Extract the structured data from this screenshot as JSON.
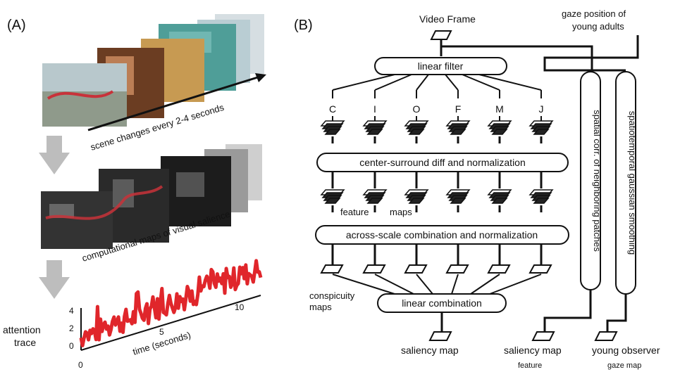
{
  "panel_a": {
    "label": "(A)",
    "scene_caption": "scene changes every 2-4 seconds",
    "saliency_caption": "computational maps of visual salience",
    "trace_label_line1": "attention",
    "trace_label_line2": "trace",
    "y_ticks": [
      "4",
      "2",
      "0"
    ],
    "x_ticks": [
      "0",
      "5",
      "10"
    ],
    "x_axis_label": "time (seconds)",
    "trace_color": "#e0262b"
  },
  "panel_b": {
    "label": "(B)",
    "video_frame": "Video Frame",
    "gaze_line1": "gaze position of",
    "gaze_line2": "young adults",
    "linear_filter": "linear filter",
    "channels": [
      "C",
      "I",
      "O",
      "F",
      "M",
      "J"
    ],
    "center_surround": "center-surround diff and normalization",
    "feature_word": "feature",
    "maps_word": "maps",
    "across_scale": "across-scale combination and normalization",
    "conspicuity_line1": "conspicuity",
    "conspicuity_line2": "maps",
    "linear_combination": "linear combination",
    "spatial_corr": "spatial corr. of neighboring patches",
    "spatiotemporal": "spatiotemporal gaussian smoothing",
    "out_saliency": "saliency map",
    "out_feature_saliency": "saliency map",
    "out_feature_sub": "feature",
    "out_young": "young observer",
    "out_gaze_map": "gaze map"
  }
}
